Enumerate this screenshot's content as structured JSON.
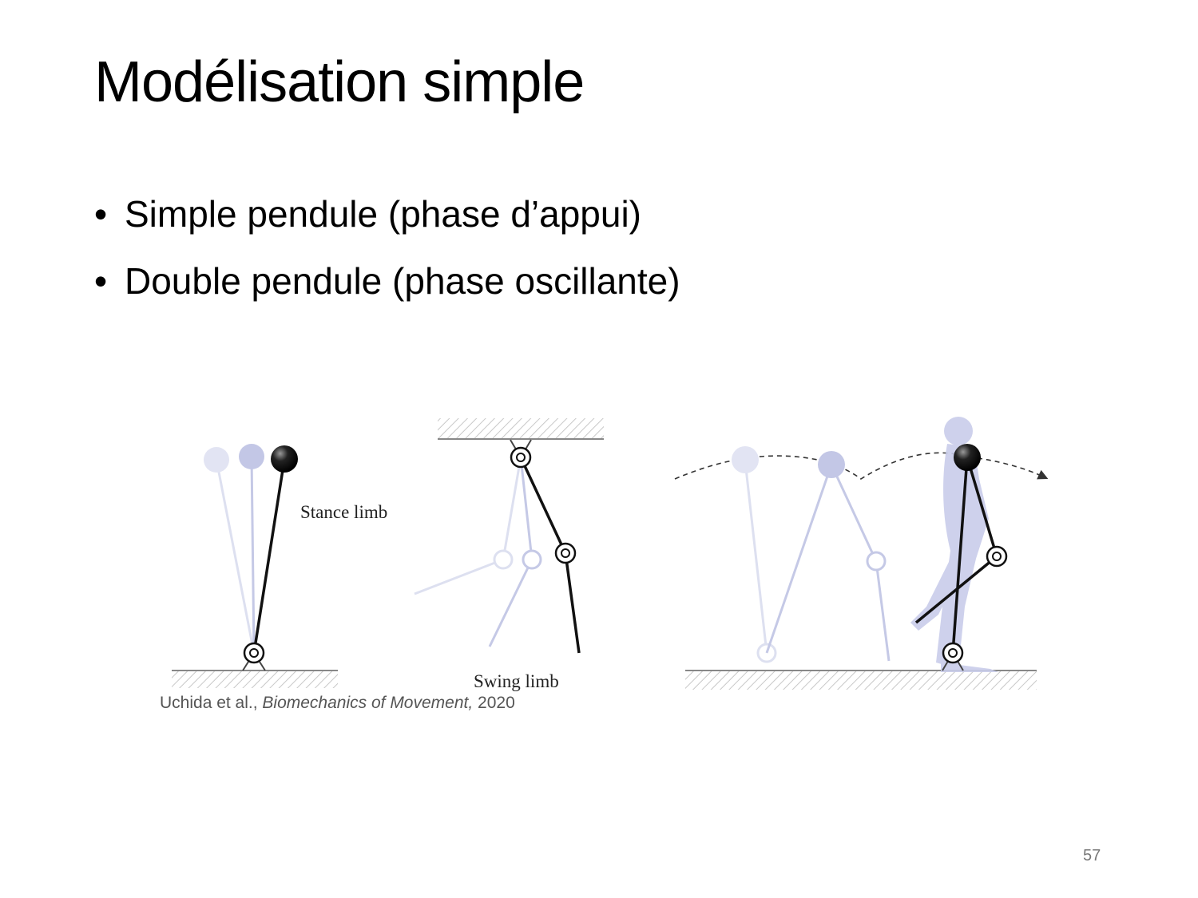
{
  "slide": {
    "title": "Modélisation simple",
    "bullets": [
      "Simple pendule (phase d’appui)",
      "Double pendule (phase oscillante)"
    ],
    "figure": {
      "labels": {
        "stance": "Stance limb",
        "swing": "Swing limb"
      }
    },
    "caption": {
      "authors": "Uchida et al., ",
      "book": "Biomechanics of Movement,",
      "year": " 2020"
    },
    "page_number": "57"
  }
}
